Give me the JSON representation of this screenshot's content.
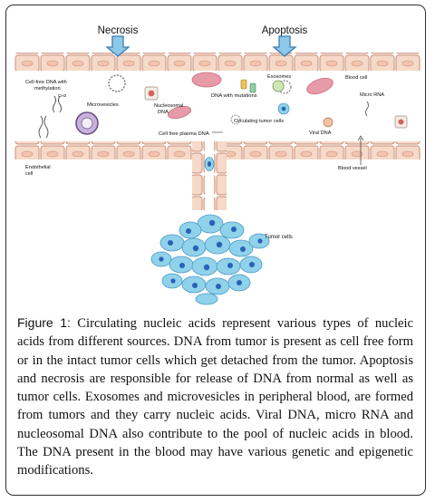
{
  "diagram": {
    "labels": {
      "necrosis": "Necrosis",
      "apoptosis": "Apoptosis",
      "cell_free_dna": "Cell-free DNA with",
      "methylation": "methylation",
      "ch3": "CH3",
      "exosomes": "Exosomes",
      "blood_cell": "Blood cell",
      "nucleosomal_1": "Nucleosomal",
      "nucleosomal_2": "DNA",
      "dna_mutations": "DNA with mutations",
      "micro_rna": "Micro RNA",
      "microvesicles": "Microvesicles",
      "ctc": "Circulating tumor cells",
      "plasma_dna": "Cell free plasma DNA",
      "viral_dna": "Viral DNA",
      "endothelial_1": "Endothelial",
      "endothelial_2": "cell",
      "blood_vessel": "Blood vessel",
      "tumor_cells": "Tumor cells"
    },
    "colors": {
      "endothelium": "#f6d9c8",
      "endothelium_line": "#c98f77",
      "arrow_fill": "#8ec8e8",
      "arrow_stroke": "#3b7fb0",
      "blood_cell": "#e79aa8",
      "tumor_cell": "#8fd2ea",
      "tumor_nucleus": "#2a62b8"
    }
  },
  "caption": {
    "label": "Figure 1:",
    "text": "Circulating nucleic acids represent various types of nucleic acids from different sources. DNA from tumor is present as cell free form or in the intact tumor cells which get detached from the tumor. Apoptosis and necrosis are responsible for release of DNA from normal as well as tumor cells. Exosomes and microvesicles in peripheral blood, are formed from tumors and they carry nucleic acids. Viral DNA, micro RNA and nucleosomal DNA also contribute to the pool of nucleic acids in blood. The DNA present in the blood may have various genetic and epigenetic modifications."
  }
}
